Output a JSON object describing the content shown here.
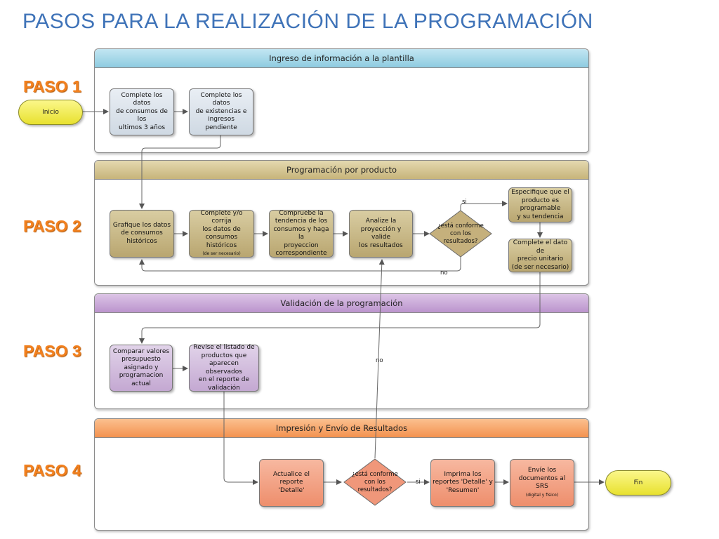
{
  "title": "PASOS PARA LA REALIZACIÓN DE LA PROGRAMACIÓN",
  "steps": [
    "PASO 1",
    "PASO 2",
    "PASO 3",
    "PASO 4"
  ],
  "lanes": {
    "l1": "Ingreso de información a la plantilla",
    "l2": "Programación por producto",
    "l3": "Validación de la programación",
    "l4": "Impresión y Envío de Resultados"
  },
  "terminals": {
    "start": "Inicio",
    "end": "Fin"
  },
  "nodes": {
    "p1a": "Complete los datos\nde consumos de los\nultimos 3 años",
    "p1b": "Complete los datos\nde existencias e\ningresos pendiente",
    "p2a": "Grafique los datos\nde consumos\nhistóricos",
    "p2b": "Complete y/o corrija\nlos datos de\nconsumos históricos",
    "p2b_note": "(de ser necesario)",
    "p2c": "Compruebe la\ntendencia de los\nconsumos y haga la\nproyeccion\ncorrespondiente",
    "p2d": "Analize la\nproyección y valide\nlos resultados",
    "p2q": "¿está conforme\ncon los\nresultados?",
    "p2e": "Especifique que el\nproducto es\nprogramable\ny su tendencia",
    "p2f": "Complete el dato de\nprecio unitario\n(de ser necesario)",
    "p3a": "Comparar valores\npresupuesto\nasignado y\nprogramacion\nactual",
    "p3b": "Revise el listado de\nproductos que\naparecen observados\nen el reporte de\nvalidación",
    "p4a": "Actualice el reporte\n'Detalle'",
    "p4q": "¿está conforme\ncon los\nresultados?",
    "p4b": "Imprima los\nreportes 'Detalle' y\n'Resumen'",
    "p4c": "Envíe los\ndocumentos al SRS",
    "p4c_note": "(digital y fisico)"
  },
  "edge_labels": {
    "si1": "si",
    "no1": "no",
    "no2": "no",
    "si2": "si"
  },
  "colors": {
    "title": "#3f73b8",
    "step": "#f2801e",
    "lane1": "#9ed3e6",
    "lane2": "#d4c48e",
    "lane3": "#c9a4d8",
    "lane4": "#f6a36c",
    "terminal": "#f2ec5a"
  }
}
